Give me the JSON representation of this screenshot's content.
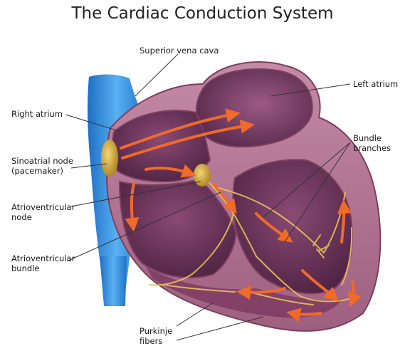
{
  "title": "The Cardiac Conduction System",
  "labels": {
    "superior_vena_cava": "Superior vena cava",
    "left_atrium": "Left atrium",
    "right_atrium": "Right atrium",
    "bundle_branches": "Bundle\nbranches",
    "sinoatrial_node": "Sinoatrial node\n(pacemaker)",
    "atrioventricular_node": "Atrioventricular\nnode",
    "atrioventricular_bundle": "Atrioventricular\nbundle",
    "purkinje_fibers": "Purkinje\nfibers"
  },
  "colors": {
    "vena_cava": "#2f8fe0",
    "heart_wall": "#a86a8a",
    "chamber": "#5b2a4a",
    "node": "#c9a93a",
    "conduction_path": "#e8c25a",
    "signal_arrow": "#f06a2a"
  }
}
